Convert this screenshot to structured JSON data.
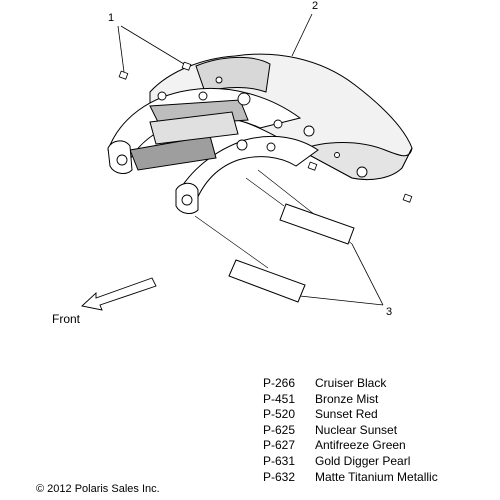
{
  "callouts": [
    "1",
    "2",
    "3"
  ],
  "front_label": "Front",
  "colors": [
    {
      "code": "P-266",
      "name": "Cruiser Black"
    },
    {
      "code": "P-451",
      "name": "Bronze Mist"
    },
    {
      "code": "P-520",
      "name": "Sunset Red"
    },
    {
      "code": "P-625",
      "name": "Nuclear Sunset"
    },
    {
      "code": "P-627",
      "name": "Antifreeze Green"
    },
    {
      "code": "P-631",
      "name": "Gold Digger Pearl"
    },
    {
      "code": "P-632",
      "name": "Matte Titanium Metallic"
    }
  ],
  "copyright": "© 2012 Polaris Sales Inc."
}
